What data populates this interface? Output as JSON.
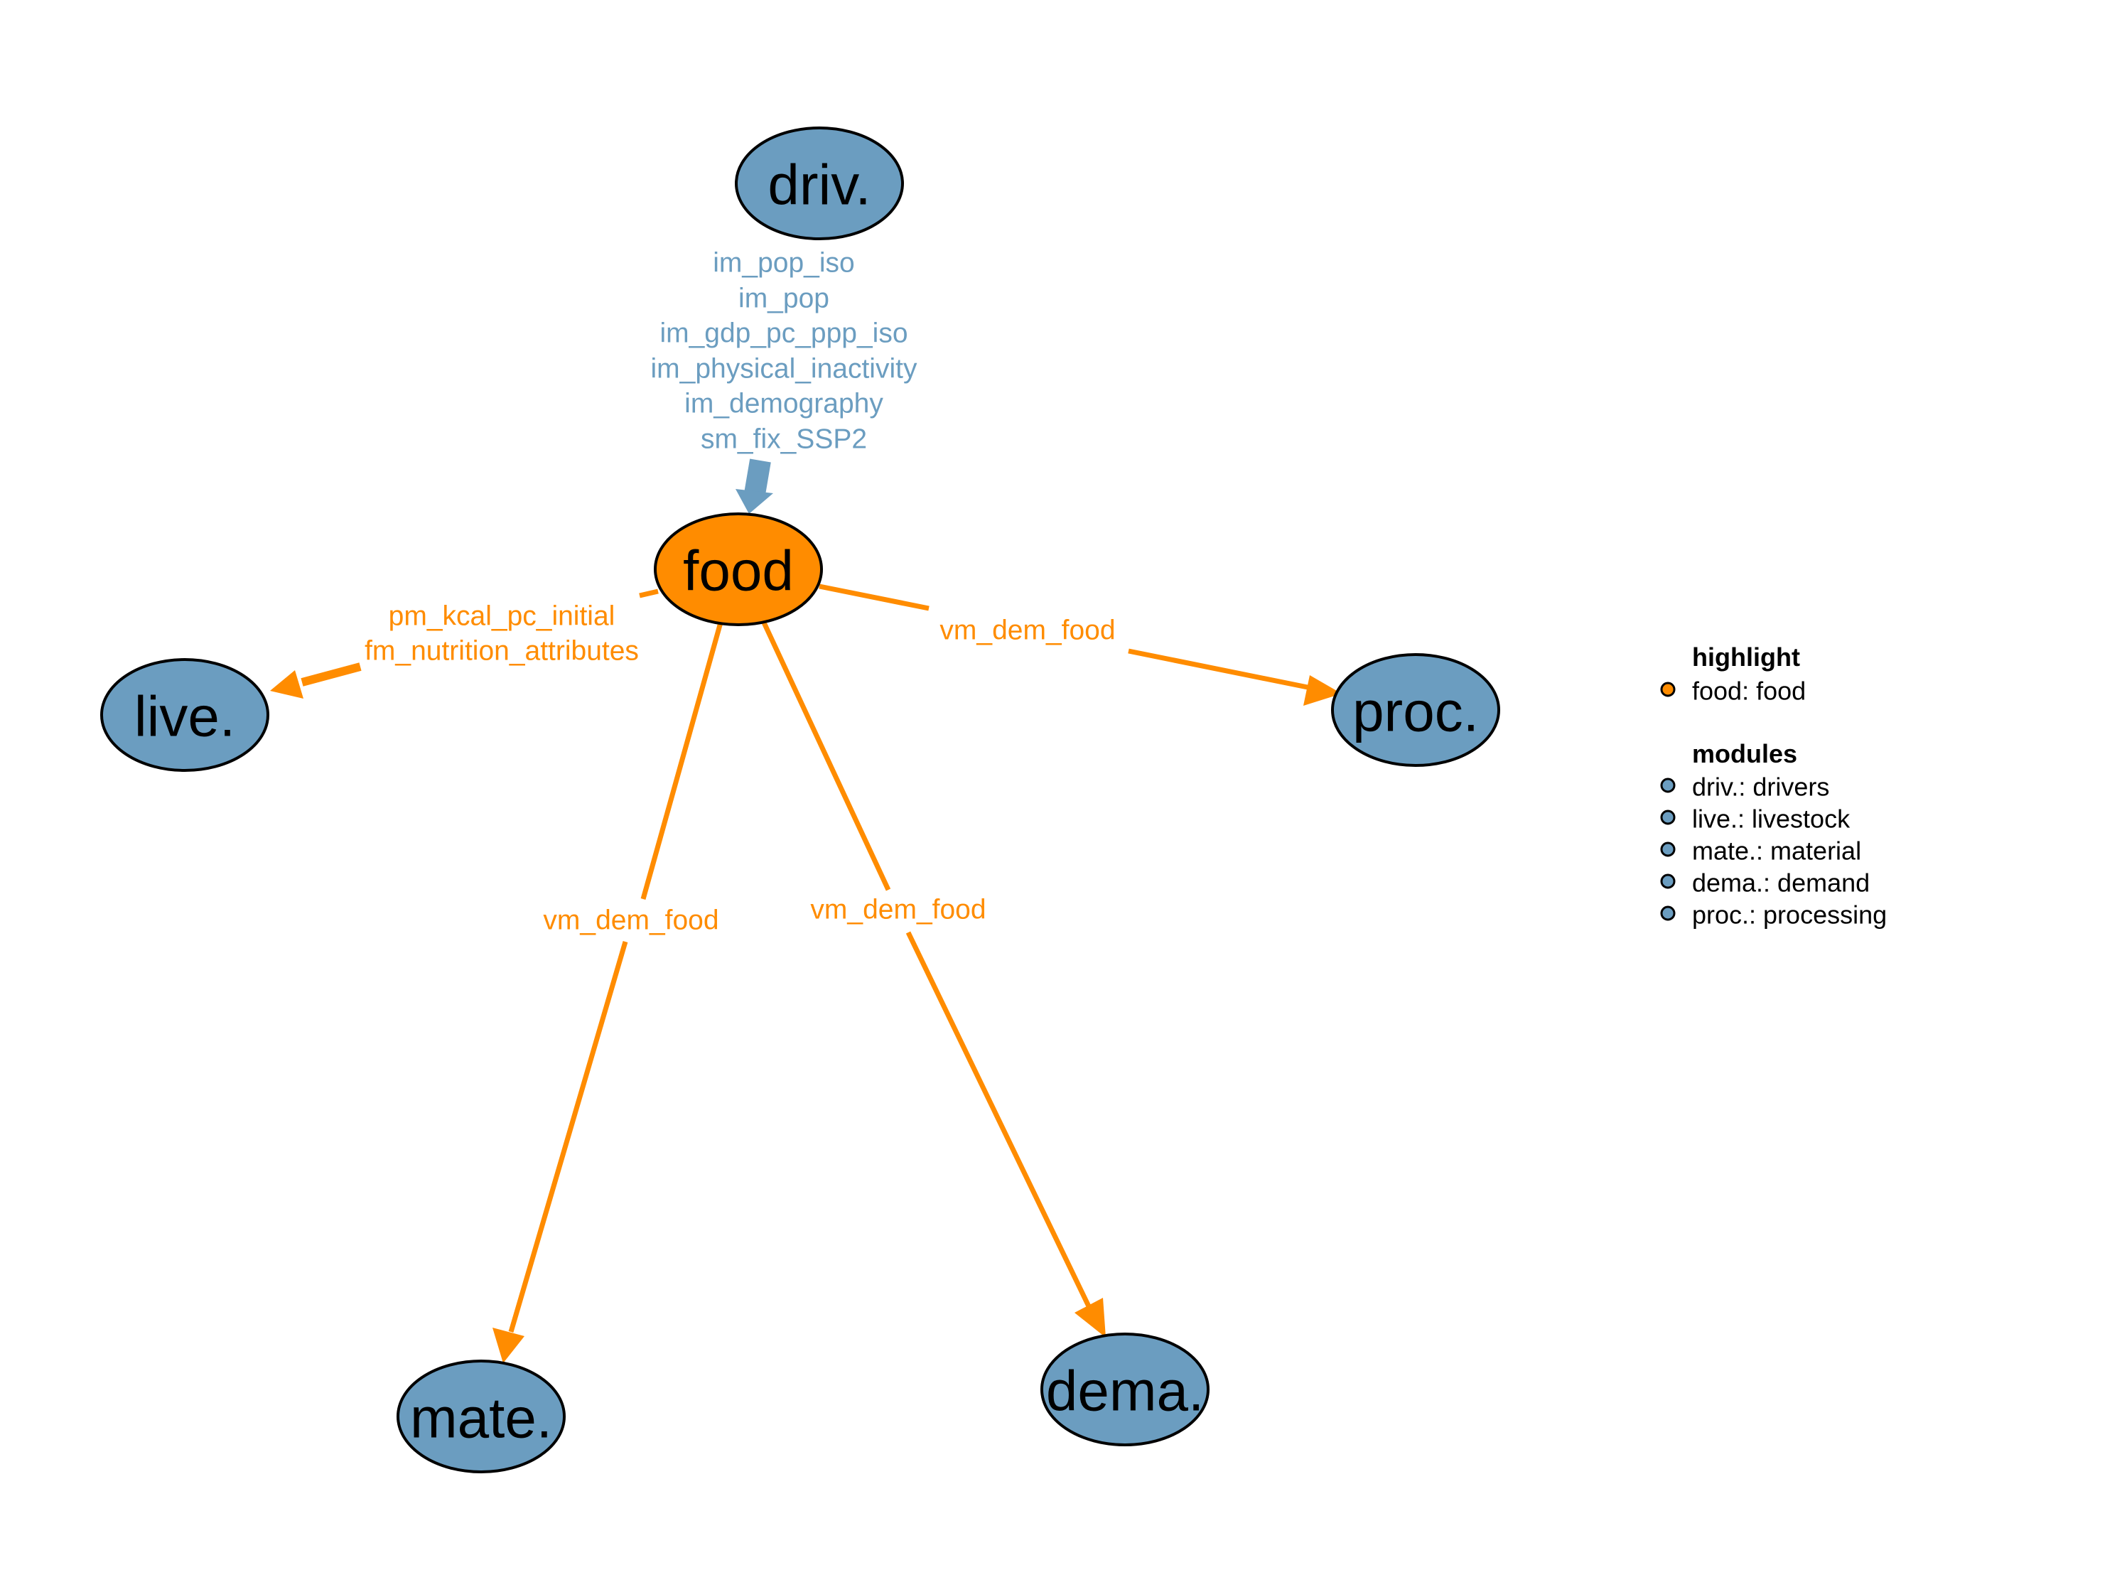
{
  "colors": {
    "highlight": "#FF8C00",
    "module": "#6B9DC0",
    "outline": "#000000"
  },
  "nodes": {
    "driv": {
      "label": "driv."
    },
    "food": {
      "label": "food"
    },
    "live": {
      "label": "live."
    },
    "proc": {
      "label": "proc."
    },
    "mate": {
      "label": "mate."
    },
    "dema": {
      "label": "dema."
    }
  },
  "edges": {
    "driv_food": [
      "im_pop_iso",
      "im_pop",
      "im_gdp_pc_ppp_iso",
      "im_physical_inactivity",
      "im_demography",
      "sm_fix_SSP2"
    ],
    "food_live": [
      "pm_kcal_pc_initial",
      "fm_nutrition_attributes"
    ],
    "food_proc": [
      "vm_dem_food"
    ],
    "food_mate": [
      "vm_dem_food"
    ],
    "food_dema": [
      "vm_dem_food"
    ]
  },
  "legend": {
    "highlight_title": "highlight",
    "highlight_items": [
      "food: food"
    ],
    "modules_title": "modules",
    "modules_items": [
      "driv.: drivers",
      "live.: livestock",
      "mate.: material",
      "dema.: demand",
      "proc.: processing"
    ]
  }
}
